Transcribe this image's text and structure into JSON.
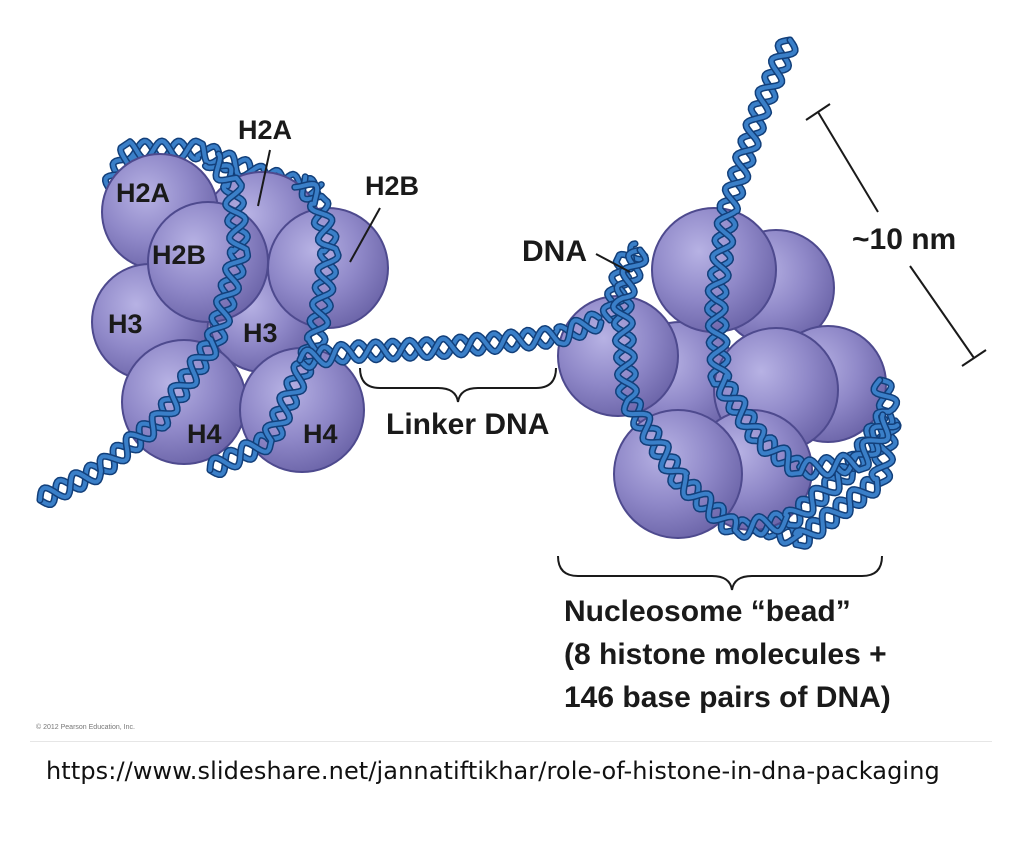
{
  "colors": {
    "histone_fill": "#8f88c8",
    "histone_stroke": "#4e4a8e",
    "dna_light": "#3a7fc8",
    "dna_dark": "#123f7a"
  },
  "labels": {
    "left_h2a_top": "H2A",
    "left_h2a": "H2A",
    "left_h2b_right": "H2B",
    "left_h2b": "H2B",
    "left_h3": "H3",
    "left_h3_inner": "H3",
    "left_h4_left": "H4",
    "left_h4_right": "H4",
    "linker": "Linker DNA",
    "dna": "DNA",
    "scale": "~10 nm",
    "bead_line1": "Nucleosome “bead”",
    "bead_line2": "(8 histone molecules +",
    "bead_line3": "146 base pairs of DNA)"
  },
  "credit": "© 2012 Pearson Education, Inc.",
  "source_url": "https://www.slideshare.net/jannatiftikhar/role-of-histone-in-dna-packaging"
}
